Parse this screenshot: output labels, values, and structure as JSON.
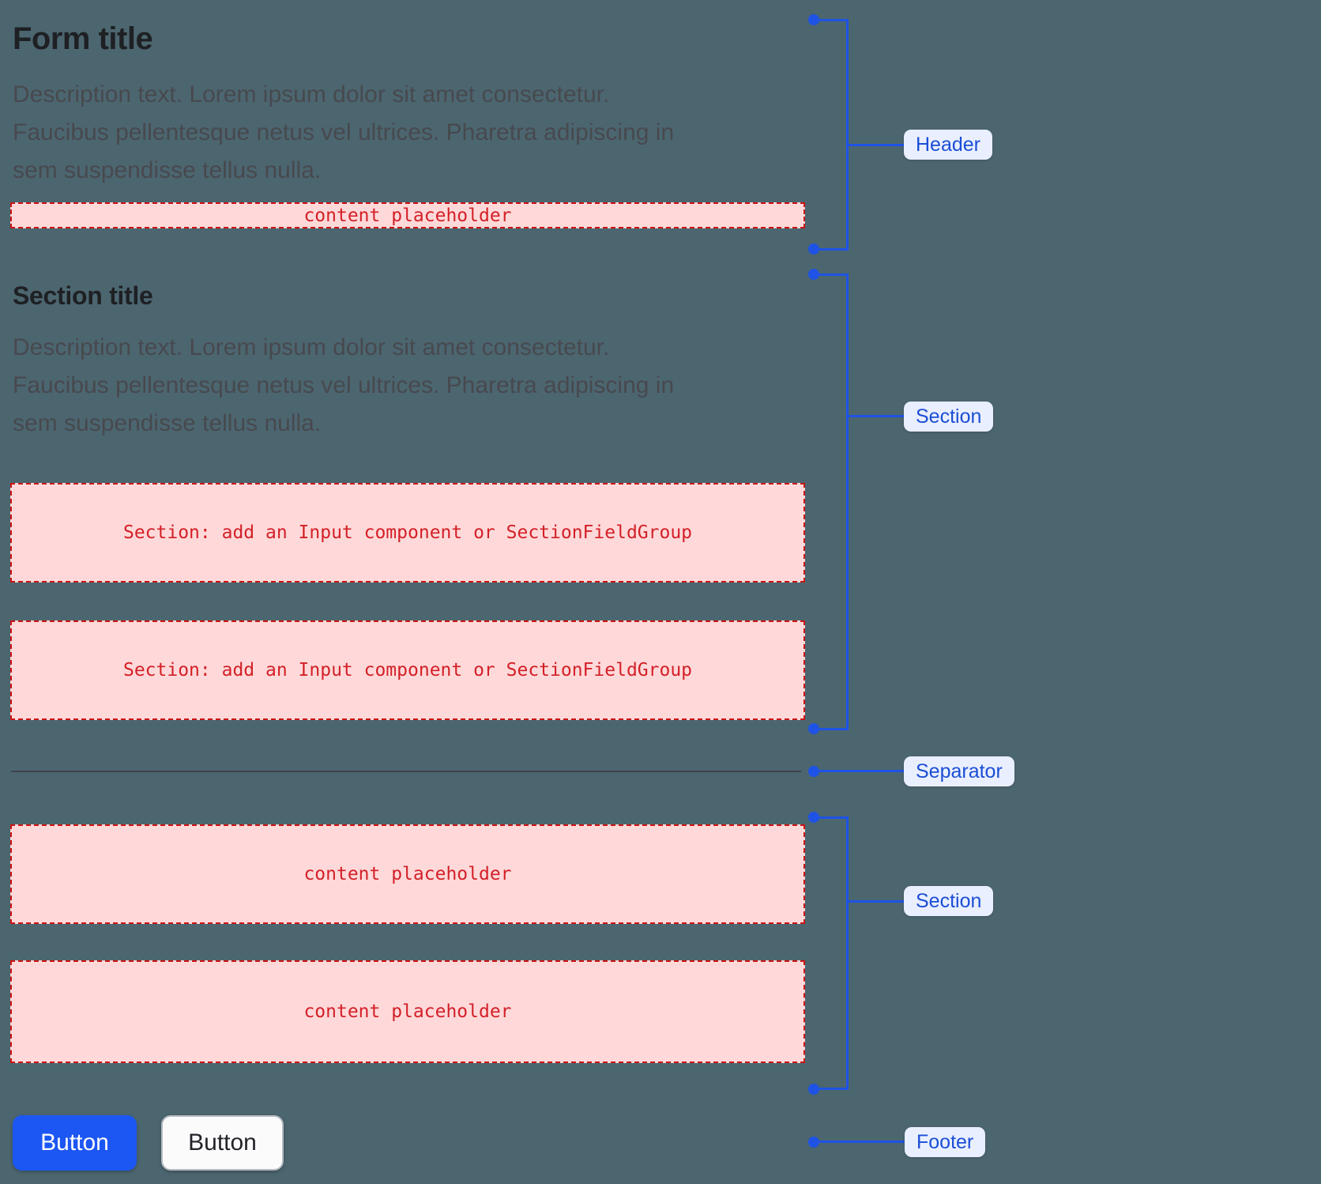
{
  "form": {
    "title": "Form title",
    "description_lines": [
      "Description text. Lorem ipsum dolor sit amet consectetur.",
      "Faucibus pellentesque netus vel ultrices. Pharetra adipiscing in",
      "sem suspendisse tellus nulla."
    ],
    "header_placeholder": "content placeholder",
    "section": {
      "title": "Section title",
      "description_lines": [
        "Description text. Lorem ipsum dolor sit amet consectetur.",
        "Faucibus pellentesque netus vel ultrices. Pharetra adipiscing in",
        "sem suspendisse tellus nulla."
      ],
      "slots": [
        "Section: add an Input component or SectionFieldGroup",
        "Section: add an Input component or SectionFieldGroup"
      ]
    },
    "section2": {
      "slots": [
        "content placeholder",
        "content placeholder"
      ]
    },
    "footer": {
      "primary_button_label": "Button",
      "secondary_button_label": "Button"
    }
  },
  "annotations": {
    "header_label": "Header",
    "section1_label": "Section",
    "separator_label": "Separator",
    "section2_label": "Section",
    "footer_label": "Footer"
  },
  "colors": {
    "background": "#4C6670",
    "annotation_blue": "#1E53E5",
    "annotation_pill_bg": "#E9EFFF",
    "annotation_pill_text": "#1B4ED6",
    "placeholder_pink_bg": "#FFD9D9",
    "placeholder_border_red": "#CC1414",
    "placeholder_text_red": "#D32028",
    "primary_button_blue": "#1C57F3",
    "separator_gray": "#3D424A"
  }
}
